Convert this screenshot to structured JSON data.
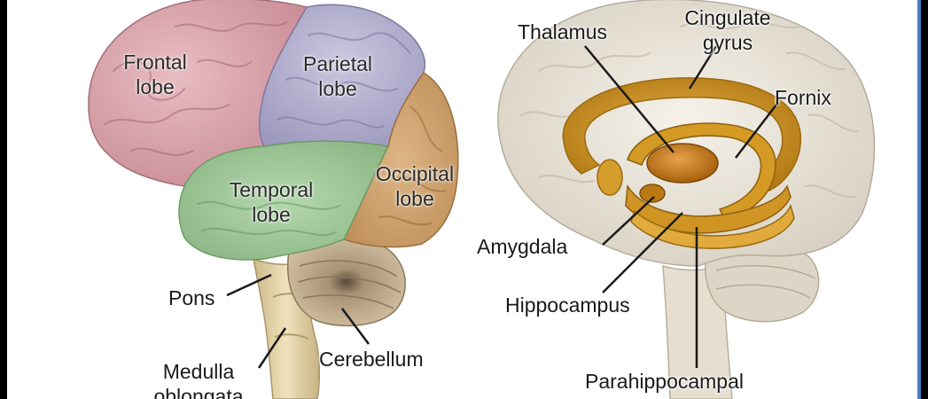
{
  "colors": {
    "frontal": "#dba4ac",
    "parietal": "#b6b3d0",
    "temporal": "#9fca98",
    "occipital": "#d2a470",
    "cerebellum": "#c9b598",
    "brainstem": "#e4d3a8",
    "limbic": "#c98d18",
    "brain_gray": "#ece7df",
    "side_border": "#4a7fc4"
  },
  "left_brain": {
    "frontal": [
      "Frontal",
      "lobe"
    ],
    "parietal": [
      "Parietal",
      "lobe"
    ],
    "temporal": [
      "Temporal",
      "lobe"
    ],
    "occipital": [
      "Occipital",
      "lobe"
    ],
    "pons": "Pons",
    "cerebellum": "Cerebellum",
    "medulla": [
      "Medulla",
      "oblongata"
    ]
  },
  "right_brain": {
    "thalamus": "Thalamus",
    "cingulate": [
      "Cingulate",
      "gyrus"
    ],
    "fornix": "Fornix",
    "amygdala": "Amygdala",
    "hippocampus": "Hippocampus",
    "parahippocampal": "Parahippocampal"
  }
}
